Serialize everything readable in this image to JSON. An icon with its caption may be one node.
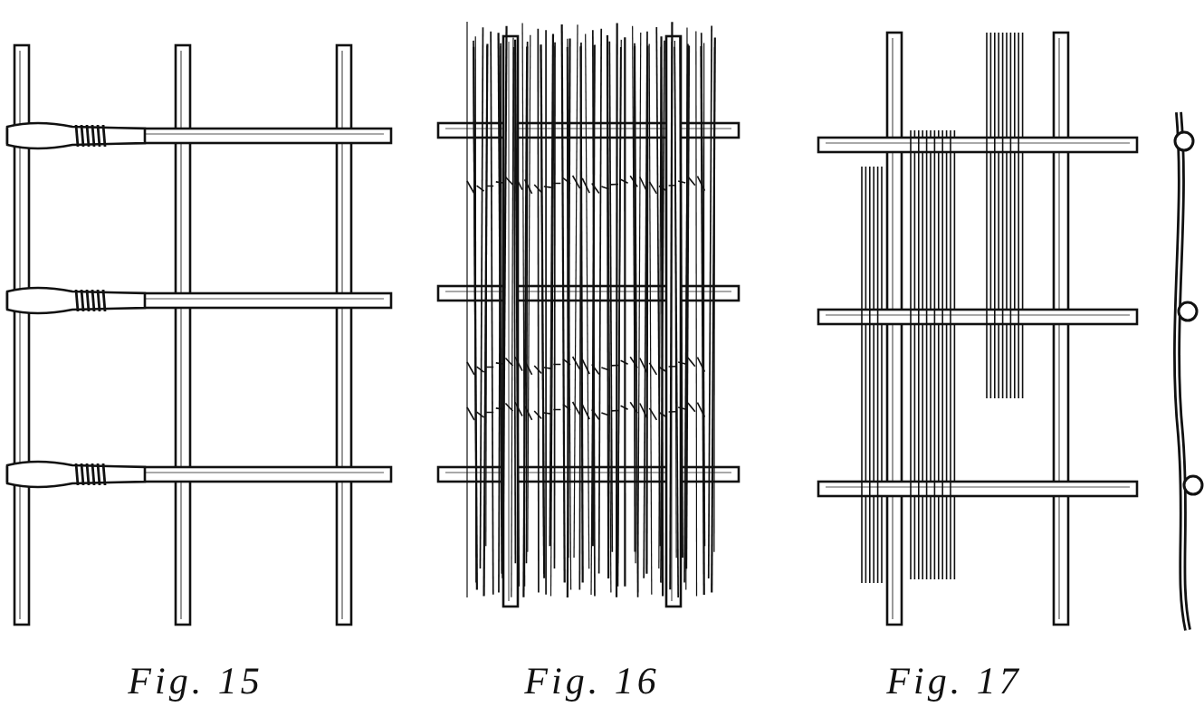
{
  "diagram": {
    "labels": [
      "Fig. 15",
      "Fig. 16",
      "Fig. 17"
    ]
  }
}
